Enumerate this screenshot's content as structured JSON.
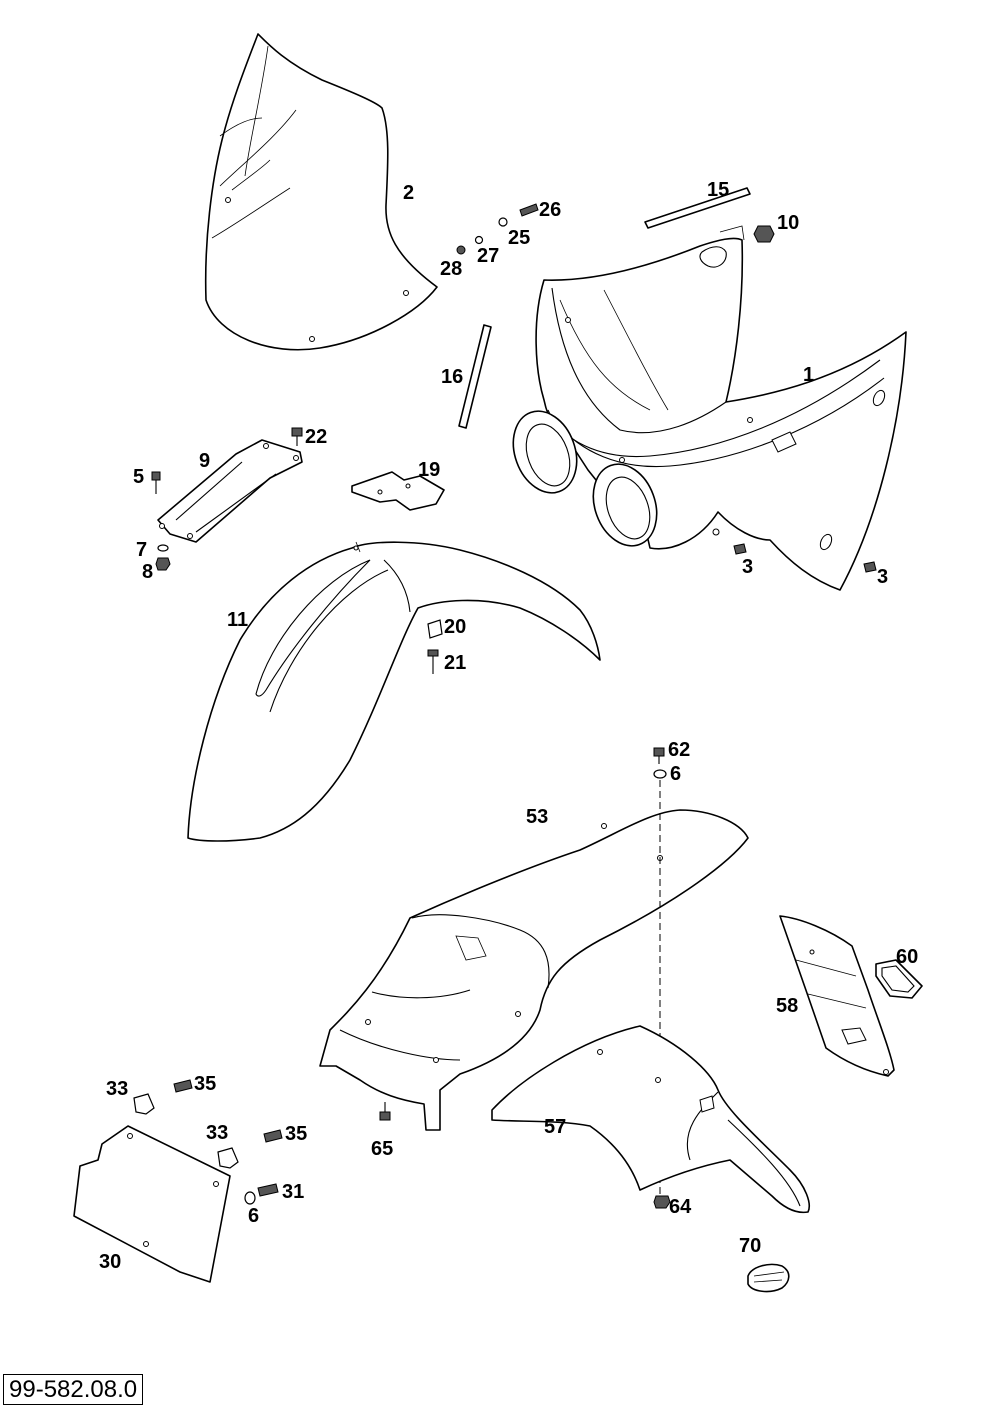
{
  "diagram": {
    "drawing_code": "99-582.08.0",
    "callouts": [
      "2",
      "15",
      "26",
      "10",
      "25",
      "27",
      "28",
      "16",
      "1",
      "22",
      "9",
      "5",
      "19",
      "7",
      "8",
      "3",
      "3",
      "11",
      "20",
      "21",
      "62",
      "6",
      "53",
      "60",
      "58",
      "33",
      "35",
      "33",
      "35",
      "57",
      "65",
      "31",
      "6",
      "64",
      "30",
      "70"
    ]
  }
}
